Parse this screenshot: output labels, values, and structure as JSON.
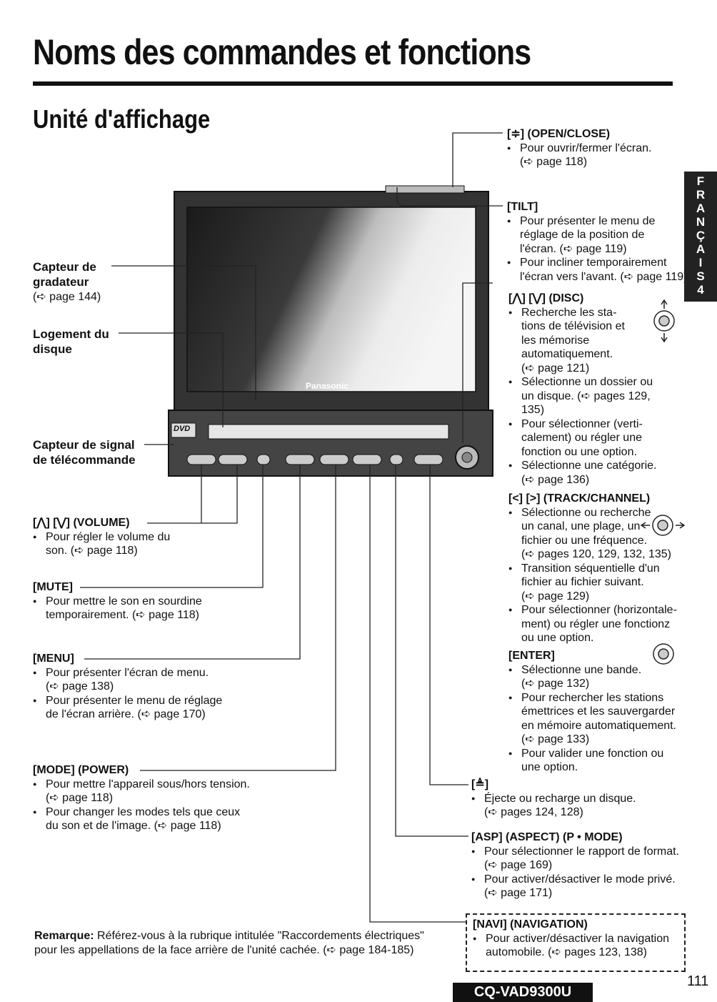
{
  "page": {
    "title": "Noms des commandes et fonctions",
    "subtitle": "Unité d'affichage",
    "page_number": "111",
    "model": "CQ-VAD9300U",
    "language_tab": [
      "F",
      "R",
      "A",
      "N",
      "Ç",
      "A",
      "I",
      "S",
      "4"
    ]
  },
  "device": {
    "brand": "Panasonic",
    "disc_label": "DVD"
  },
  "left_labels": {
    "dimmer": {
      "label": "Capteur de gradateur",
      "line1": "Capteur de",
      "line2": "gradateur",
      "ref": "(➪ page 144)"
    },
    "disc_slot": {
      "line1": "Logement du",
      "line2": "disque"
    },
    "remote_sensor": {
      "line1": "Capteur de signal",
      "line2": "de télécommande"
    }
  },
  "left_blocks": {
    "volume": {
      "header": "[⋀] [⋁] (VOLUME)",
      "items": [
        [
          "Pour régler le volume du",
          "son. (➪ page 118)"
        ]
      ]
    },
    "mute": {
      "header": "[MUTE]",
      "items": [
        [
          "Pour mettre le son en sourdine",
          "temporairement. (➪ page 118)"
        ]
      ]
    },
    "menu": {
      "header": "[MENU]",
      "items": [
        [
          "Pour présenter l'écran de menu.",
          "(➪ page 138)"
        ],
        [
          "Pour présenter le menu de réglage",
          "de l'écran arrière. (➪ page 170)"
        ]
      ]
    },
    "mode": {
      "header": "[MODE] (POWER)",
      "items": [
        [
          "Pour mettre l'appareil sous/hors tension.",
          "(➪ page 118)"
        ],
        [
          "Pour changer les modes tels que ceux",
          "du son et de l'image. (➪ page 118)"
        ]
      ]
    }
  },
  "right_blocks": {
    "open": {
      "header": "[≑] (OPEN/CLOSE)",
      "items": [
        [
          "Pour ouvrir/fermer l'écran.",
          "(➪ page 118)"
        ]
      ]
    },
    "tilt": {
      "header": "[TILT]",
      "items": [
        [
          "Pour présenter le menu de",
          "réglage de la position de",
          "l'écran. (➪ page 119)"
        ],
        [
          "Pour incliner temporairement",
          "l'écran vers l'avant. (➪ page 119)"
        ]
      ]
    },
    "disc": {
      "header": "[⋀] [⋁] (DISC)",
      "items": [
        [
          "Recherche les sta-",
          "tions de télévision et",
          "les mémorise",
          "automatiquement.",
          "(➪ page 121)"
        ],
        [
          "Sélectionne un dossier ou",
          "un disque. (➪ pages 129,",
          "135)"
        ],
        [
          "Pour sélectionner (verti-",
          "calement) ou régler une",
          "fonction ou une option."
        ],
        [
          "Sélectionne une catégorie.",
          "(➪ page 136)"
        ]
      ]
    },
    "track": {
      "header": "[<] [>] (TRACK/CHANNEL)",
      "items": [
        [
          "Sélectionne ou recherche",
          "un canal, une plage, un",
          "fichier ou une fréquence.",
          "(➪ pages 120, 129, 132, 135)"
        ],
        [
          "Transition séquentielle d'un",
          "fichier au fichier suivant.",
          "(➪ page 129)"
        ],
        [
          "Pour sélectionner (horizontale-",
          "ment) ou régler une fonctionz",
          "ou une option."
        ]
      ]
    },
    "enter": {
      "header": "[ENTER]",
      "items": [
        [
          "Sélectionne une bande.",
          "(➪ page 132)"
        ],
        [
          "Pour rechercher les stations",
          "émettrices et les sauvergarder",
          "en mémoire automatiquement.",
          "(➪ page 133)"
        ],
        [
          "Pour valider une fonction ou",
          "une option."
        ]
      ]
    },
    "eject": {
      "header": "[≜]",
      "items": [
        [
          "Éjecte ou recharge un disque.",
          "(➪ pages 124, 128)"
        ]
      ]
    },
    "asp": {
      "header": "[ASP] (ASPECT) (P • MODE)",
      "items": [
        [
          "Pour sélectionner le rapport de format.",
          "(➪ page 169)"
        ],
        [
          "Pour activer/désactiver le mode privé.",
          "(➪ page 171)"
        ]
      ]
    },
    "navi": {
      "header": "[NAVI] (NAVIGATION)",
      "items": [
        [
          "Pour activer/désactiver la navigation",
          "automobile. (➪ pages 123, 138)"
        ]
      ]
    }
  },
  "remark": {
    "label": "Remarque:",
    "line1": "Référez-vous à la rubrique intitulée \"Raccordements électriques\"",
    "line2": "pour les appellations de la face arrière de l'unité cachée. (➪ page 184-185)"
  }
}
